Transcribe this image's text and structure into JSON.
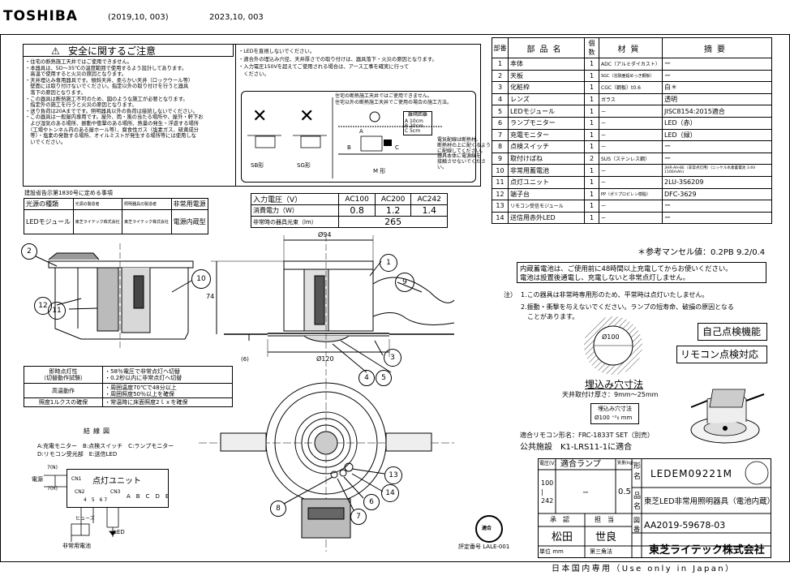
{
  "header": {
    "brand": "TOSHIBA",
    "rev1": "(2019,10, 003)",
    "rev2": "2023,10, 003"
  },
  "caution": {
    "title": "安全に関するご注意",
    "left": [
      "・住宅の断熱施工天井ではご使用できません。",
      "・本器具は、5D〜35℃の温度範囲で使用するよう設計してあります。",
      "　高温で使用すると火災の原因となります。",
      "・天井埋込み専用器具です。傾斜天井、柔らかい天井（ロックウール等）",
      "　壁面には取り付けないでください。指定以外の取り付けを行うと器具",
      "　落下の原因となります。",
      "・この器具は断熱施工不可のため、図のような施工が必要となります。",
      "　指定外の施工を行うと火災の原因となります。",
      "・送り負荷は20Aまでです。照明器具以外の負荷は接続しないでください。",
      "・この器具は一般屋内専用です。屋外、雨・風の当たる場所や、屋外・軒下お",
      "　よび湿気のある場所、振動や衝撃のある場所、熱量の発生・浮遊する場所",
      "　（工場やトンネル内のある屋ホール等）、腐食性ガス（塩素ガス、硫黄成分",
      "　等）・塩素の発散する場所、オイルミストが発生する場所等には使用しな",
      "　いでください。"
    ],
    "right": [
      "・LEDを直視しないでください。",
      "・適合外の埋込み穴径、天井厚さでの取り付けは、器具落下・火災の原因となります。",
      "・入力電圧150Vを超えてご使用される場合は、アース工事を確実に行って",
      "　ください。"
    ],
    "sb_label": "SB形",
    "sg_label": "SG形",
    "m_label": "M 形",
    "note1": "住宅の断熱施工天井ではご使用できません。",
    "note2": "住宅以外の断熱施工天井でご使用の場合の施工方法。",
    "dist_title": "離隔距離",
    "dist": [
      "A 10cm",
      "B 20cm",
      "C 5cm"
    ],
    "side_note": [
      "電気配線は断熱材、",
      "断熱材の上に配くるよう",
      "に配線してください。",
      "器具本体に電源線を",
      "接触させないでくださ",
      "い。"
    ]
  },
  "standard": {
    "title": "建設省告示第1830号に定める事項",
    "headers": [
      "光源の種類",
      "光源の製造者",
      "照明器具の製造者",
      "非常用電源"
    ],
    "row": [
      "LEDモジュール",
      "東芝ライテック株式会社",
      "東芝ライテック株式会社",
      "電源内蔵型"
    ]
  },
  "electrical": {
    "headers": [
      "入力電圧（V）",
      "AC100",
      "AC200",
      "AC242"
    ],
    "rows": [
      [
        "消費電力（W）",
        "0.8",
        "1.2",
        "1.4"
      ],
      [
        "非常時の器具光束（lm）",
        "265"
      ]
    ]
  },
  "feature": {
    "rows": [
      [
        "即時点灯性\n（切替動作試験）",
        "・58％電圧で非常点灯へ切替\n・0.2秒以内に非常点灯へ切替"
      ],
      [
        "高温動作",
        "・周囲温度70℃で48分以上\n・周囲照度50％以上を確保"
      ],
      [
        "照度1ルクスの確保",
        "・常温時に床面照度2ｌｘを確保"
      ]
    ]
  },
  "parts": {
    "headers": [
      "部番",
      "部品名",
      "個数",
      "材質",
      "摘要"
    ],
    "rows": [
      [
        "1",
        "本体",
        "1",
        "ADC（アルミダイカスト）",
        "ー"
      ],
      [
        "2",
        "天板",
        "1",
        "SGC（溶融亜鉛めっき鋼板）",
        "ー"
      ],
      [
        "3",
        "化粧枠",
        "1",
        "CGC（鋼板）t0.6",
        "白＊"
      ],
      [
        "4",
        "レンズ",
        "1",
        "ガラス",
        "透明"
      ],
      [
        "5",
        "LEDモジュール",
        "1",
        "ー",
        "JISC8154:2015適合"
      ],
      [
        "6",
        "ランプモニター",
        "1",
        "ー",
        "LED（赤）"
      ],
      [
        "7",
        "充電モニター",
        "1",
        "ー",
        "LED（緑）"
      ],
      [
        "8",
        "点検スイッチ",
        "1",
        "ー",
        "ー"
      ],
      [
        "9",
        "取付けばね",
        "2",
        "SUS（ステンレス鋼）",
        "ー"
      ],
      [
        "10",
        "非常用蓄電池",
        "1",
        "ー",
        "3HR-AH-BE（非常点灯用）(ニッケル水素蓄電池 3.6V 1100mAh)"
      ],
      [
        "11",
        "点灯ユニット",
        "1",
        "ー",
        "2LU-3S6209"
      ],
      [
        "12",
        "端子台",
        "1",
        "PP（ポリプロピレン樹脂）",
        "DFC-3629"
      ],
      [
        "13",
        "リモコン受信モジュール",
        "1",
        "ー",
        "ー"
      ],
      [
        "14",
        "送信用赤外LED",
        "1",
        "ー",
        "ー"
      ]
    ]
  },
  "notes": {
    "munsell": "＊参考マンセル値：0.2PB 9.2/0.4",
    "battery": [
      "内蔵蓄電池は、ご使用前に48時間以上充電してからお使いください。",
      "電池は設置後通電し、充電しないと非常点灯しません。"
    ],
    "note_prefix": "注）",
    "note_items": [
      "1.この器具は非常時専用形のため、平常時は点灯いたしません。",
      "2.振動・衝撃を与えないでください。ランプの短寿命、破損の原因となる",
      "　ことがあります。"
    ],
    "self_check": "自己点検機能",
    "remote_check": "リモコン点検対応"
  },
  "cutout": {
    "dia_label": "Ø100",
    "title": "埋込み穴寸法",
    "thickness": "天井取付け厚さ：9mm〜25mm",
    "box_title": "埋込み穴寸法",
    "box_value": "Ø100 ⁺²₀ mm",
    "remote": "適合リモコン形名：FRC-1833T SET（別売）",
    "public": "公共施設　K1-LRS11-1に適合"
  },
  "drawing": {
    "dim_94": "Ø94",
    "dim_120": "Ø120",
    "dim_74": "74",
    "dim_6": "(6)",
    "callouts": [
      "1",
      "2",
      "3",
      "4",
      "5",
      "6",
      "7",
      "8",
      "9",
      "10",
      "11",
      "12",
      "13",
      "14"
    ]
  },
  "wiring": {
    "title": "結線図",
    "legend1": "A:充電モニター　B:点検スイッチ　C:ランプモニター",
    "legend2": "D:リモコン受光部　E:送信LED",
    "unit": "点灯ユニット",
    "cn1": "CN1",
    "cn2": "CN2",
    "cn3": "CN3",
    "power": "電源",
    "t1": "7(N)",
    "t2": "7(H)",
    "pins": "4　5　6 7",
    "led": "LED",
    "battery": "非常用電池",
    "fuse": "ヒューズ",
    "abc": "A　B　C　D　E"
  },
  "titleblock": {
    "h_voltage": "電圧(V)",
    "h_lamp": "適合ランプ",
    "h_mass": "質量(kg)",
    "voltage": "100\n|\n242",
    "lamp": "ー",
    "mass": "0.5",
    "lbl_model": "形名",
    "model": "LEDEM09221M",
    "lbl_name": "品名",
    "name": "東芝LED非常用照明器具（電池内蔵）",
    "lbl_approve": "承認",
    "lbl_charge": "担当",
    "approver": "松田",
    "person": "世良",
    "lbl_drawing": "図番",
    "drawing_no": "AA2019-59678-03",
    "unit": "単位 mm",
    "angle": "第三角法",
    "company": "東芝ライテック株式会社",
    "cert_label": "評定番号 LALE-001",
    "stamp": "適合",
    "domestic": "日本国内専用（Use only in Japan）"
  }
}
